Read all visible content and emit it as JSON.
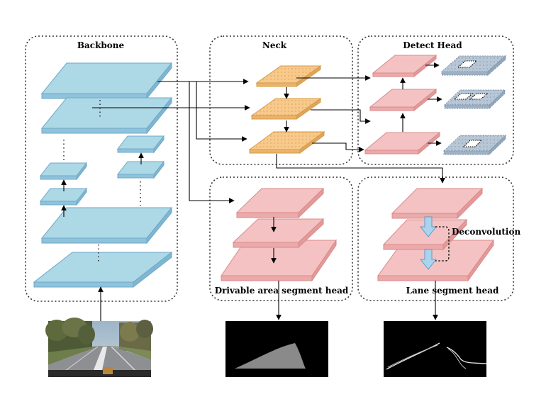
{
  "modules": {
    "backbone": "Backbone",
    "neck": "Neck",
    "detect_head": "Detect Head",
    "drivable_head": "Drivable area segment head",
    "lane_head": "Lane segment head"
  },
  "annotations": {
    "deconvolution": "Deconvolution"
  },
  "colors": {
    "backbone_fill": "#ADD8E6",
    "backbone_stroke": "#6FA8C8",
    "neck_fill": "#F7C98B",
    "neck_stroke": "#D79B45",
    "head_fill": "#F4C2C2",
    "head_stroke": "#D98A8A",
    "detect_output_fill": "#B8C7D6",
    "arrow_fill": "#A9D4EF",
    "panel_border": "#333333"
  },
  "icons": {
    "input": "road-driving-photo-icon",
    "drivable_output": "drivable-area-mask-icon",
    "lane_output": "lane-line-mask-icon"
  }
}
